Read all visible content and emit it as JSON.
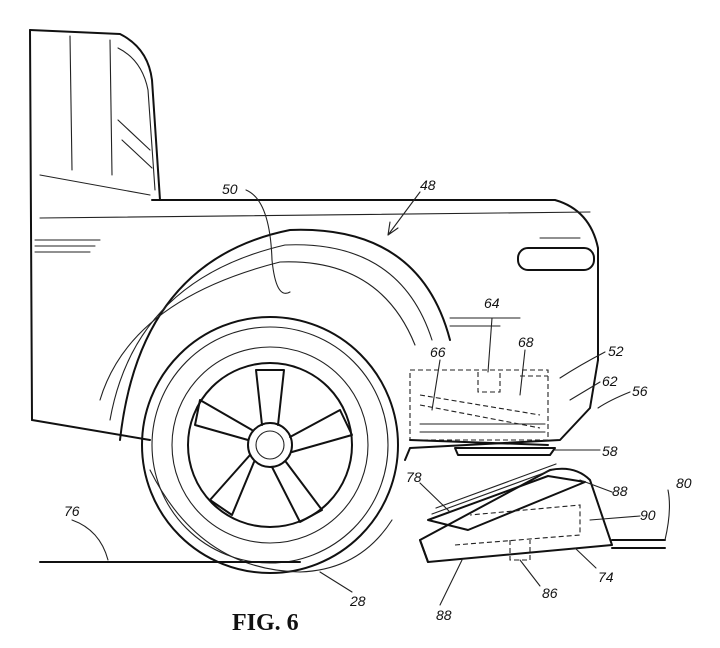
{
  "figure_label": "FIG. 6",
  "reference_numerals": {
    "n28": "28",
    "n48": "48",
    "n50": "50",
    "n52": "52",
    "n56": "56",
    "n58": "58",
    "n62": "62",
    "n64": "64",
    "n66": "66",
    "n68": "68",
    "n74": "74",
    "n76": "76",
    "n78": "78",
    "n80": "80",
    "n86": "86",
    "n88_top": "88",
    "n88_bottom": "88",
    "n90": "90"
  }
}
